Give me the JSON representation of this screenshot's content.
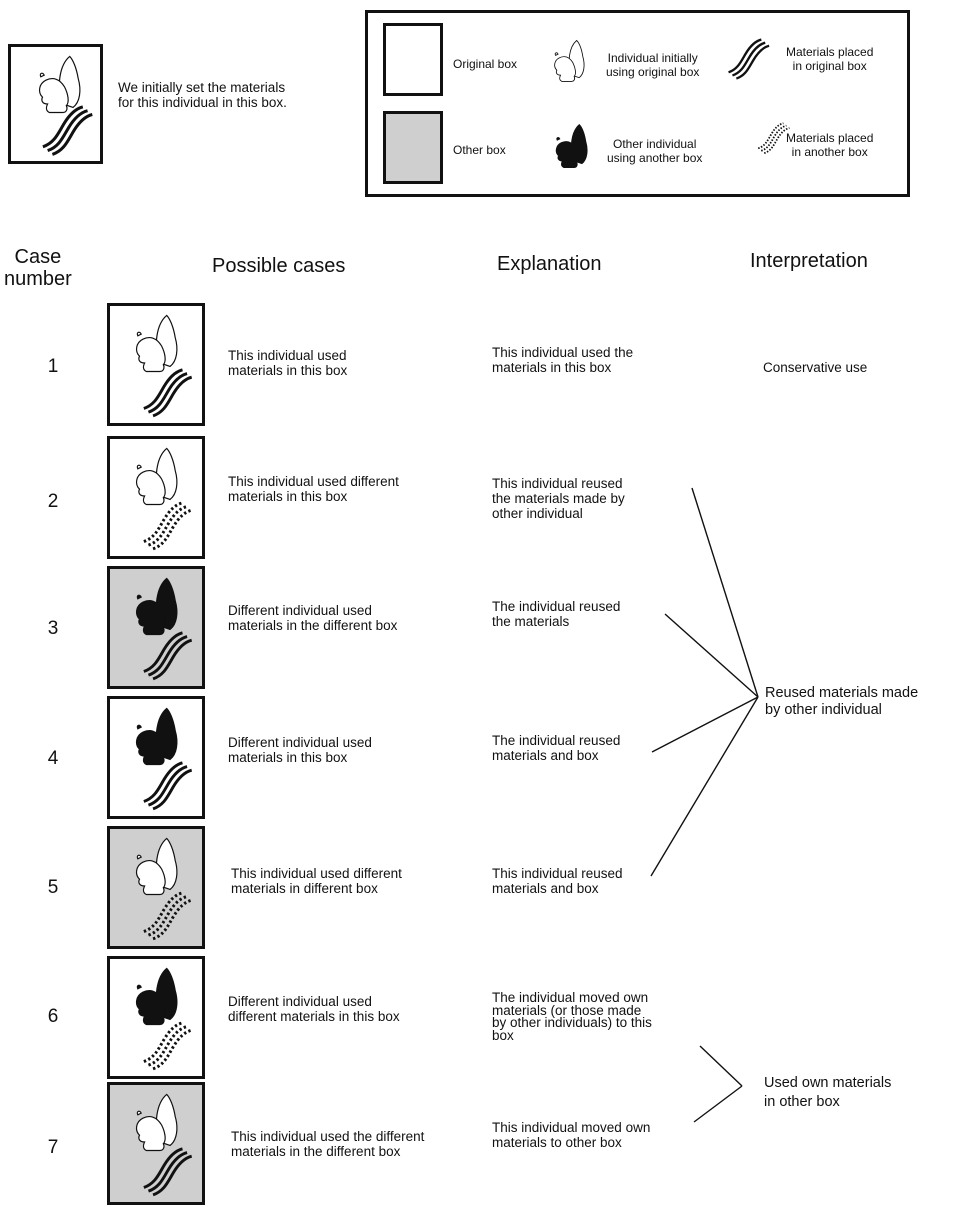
{
  "intro": {
    "text": "We initially set the materials\nfor this individual in this box."
  },
  "legend": {
    "original_box": "Original box",
    "other_box": "Other box",
    "individual_original": "Individual initially\nusing original box",
    "other_individual": "Other individual\nusing another box",
    "materials_original": "Materials placed\nin original box",
    "materials_other": "Materials placed\nin another box"
  },
  "headers": {
    "case_number": "Case\nnumber",
    "possible_cases": "Possible cases",
    "explanation": "Explanation",
    "interpretation": "Interpretation"
  },
  "cases": [
    {
      "number": "1",
      "box": "white",
      "individual": "original",
      "materials": "original",
      "possible": "This individual used\nmaterials in this box",
      "explanation": "This individual used the\nmaterials in this box",
      "interpretation": "Conservative use"
    },
    {
      "number": "2",
      "box": "white",
      "individual": "original",
      "materials": "other",
      "possible": "This individual used different\nmaterials in this box",
      "explanation": "This individual reused\nthe materials made by\nother individual"
    },
    {
      "number": "3",
      "box": "grey",
      "individual": "other",
      "materials": "original",
      "possible": "Different individual used\nmaterials in the different box",
      "explanation": "The individual reused\nthe materials"
    },
    {
      "number": "4",
      "box": "white",
      "individual": "other",
      "materials": "original",
      "possible": "Different individual used\nmaterials in this box",
      "explanation": "The individual reused\nmaterials and box"
    },
    {
      "number": "5",
      "box": "grey",
      "individual": "original",
      "materials": "other",
      "possible": "This individual used different\nmaterials in different box",
      "explanation": "This individual reused\nmaterials and box"
    },
    {
      "number": "6",
      "box": "white",
      "individual": "other",
      "materials": "other",
      "possible": "Different individual used\ndifferent materials in this box",
      "explanation": "The individual moved own\nmaterials (or those made\nby other individuals) to this\nbox"
    },
    {
      "number": "7",
      "box": "grey",
      "individual": "original",
      "materials": "original",
      "possible": "This individual used the different\nmaterials in the different box",
      "explanation": "This individual moved own\nmaterials to other box"
    }
  ],
  "groups": {
    "reused": "Reused materials made\nby other individual",
    "own": "Used own materials\nin other box"
  }
}
